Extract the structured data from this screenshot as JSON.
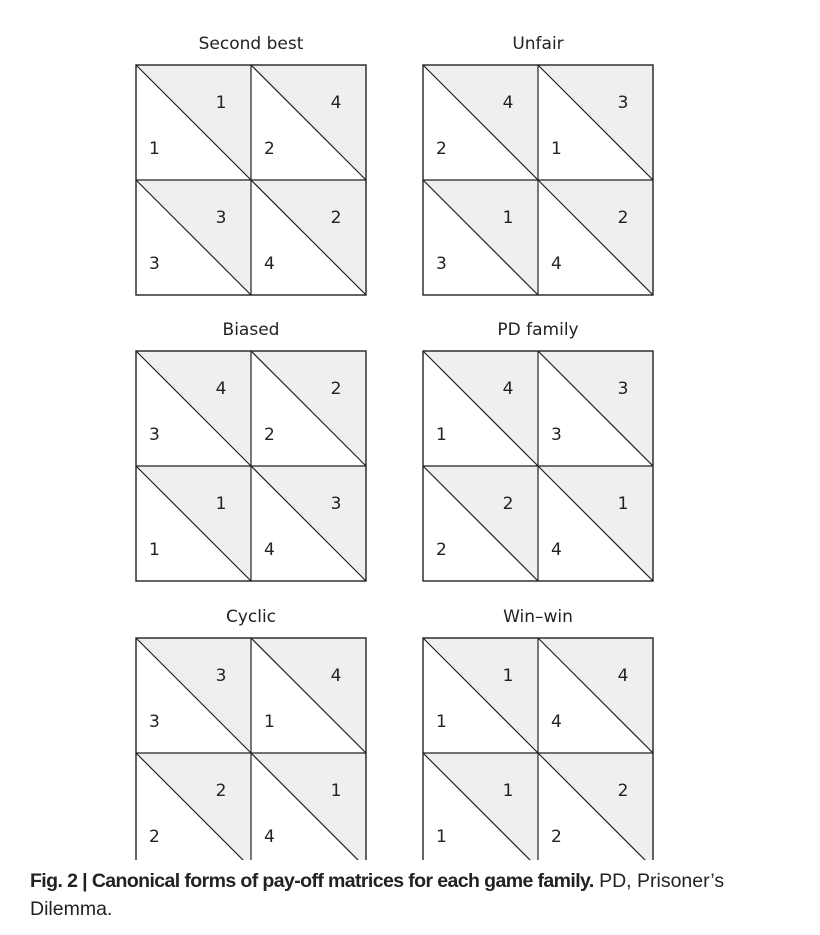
{
  "colors": {
    "shaded": "#efefef",
    "line": "#222222",
    "background": "#ffffff"
  },
  "games": [
    {
      "title": "Second best",
      "row_payoffs": [
        [
          1,
          2
        ],
        [
          3,
          4
        ]
      ],
      "col_payoffs": [
        [
          1,
          4
        ],
        [
          3,
          2
        ]
      ]
    },
    {
      "title": "Unfair",
      "row_payoffs": [
        [
          2,
          1
        ],
        [
          3,
          4
        ]
      ],
      "col_payoffs": [
        [
          4,
          3
        ],
        [
          1,
          2
        ]
      ]
    },
    {
      "title": "Biased",
      "row_payoffs": [
        [
          3,
          2
        ],
        [
          1,
          4
        ]
      ],
      "col_payoffs": [
        [
          4,
          2
        ],
        [
          1,
          3
        ]
      ]
    },
    {
      "title": "PD family",
      "row_payoffs": [
        [
          1,
          3
        ],
        [
          2,
          4
        ]
      ],
      "col_payoffs": [
        [
          4,
          3
        ],
        [
          2,
          1
        ]
      ]
    },
    {
      "title": "Cyclic",
      "row_payoffs": [
        [
          3,
          1
        ],
        [
          2,
          4
        ]
      ],
      "col_payoffs": [
        [
          3,
          4
        ],
        [
          2,
          1
        ]
      ]
    },
    {
      "title": "Win–win",
      "row_payoffs": [
        [
          1,
          4
        ],
        [
          1,
          2
        ]
      ],
      "col_payoffs": [
        [
          1,
          4
        ],
        [
          1,
          2
        ]
      ]
    }
  ],
  "caption": {
    "label": "Fig. 2 | ",
    "title": "Canonical forms of pay-off matrices for each game family.",
    "text": " PD, Prisoner’s Dilemma."
  }
}
